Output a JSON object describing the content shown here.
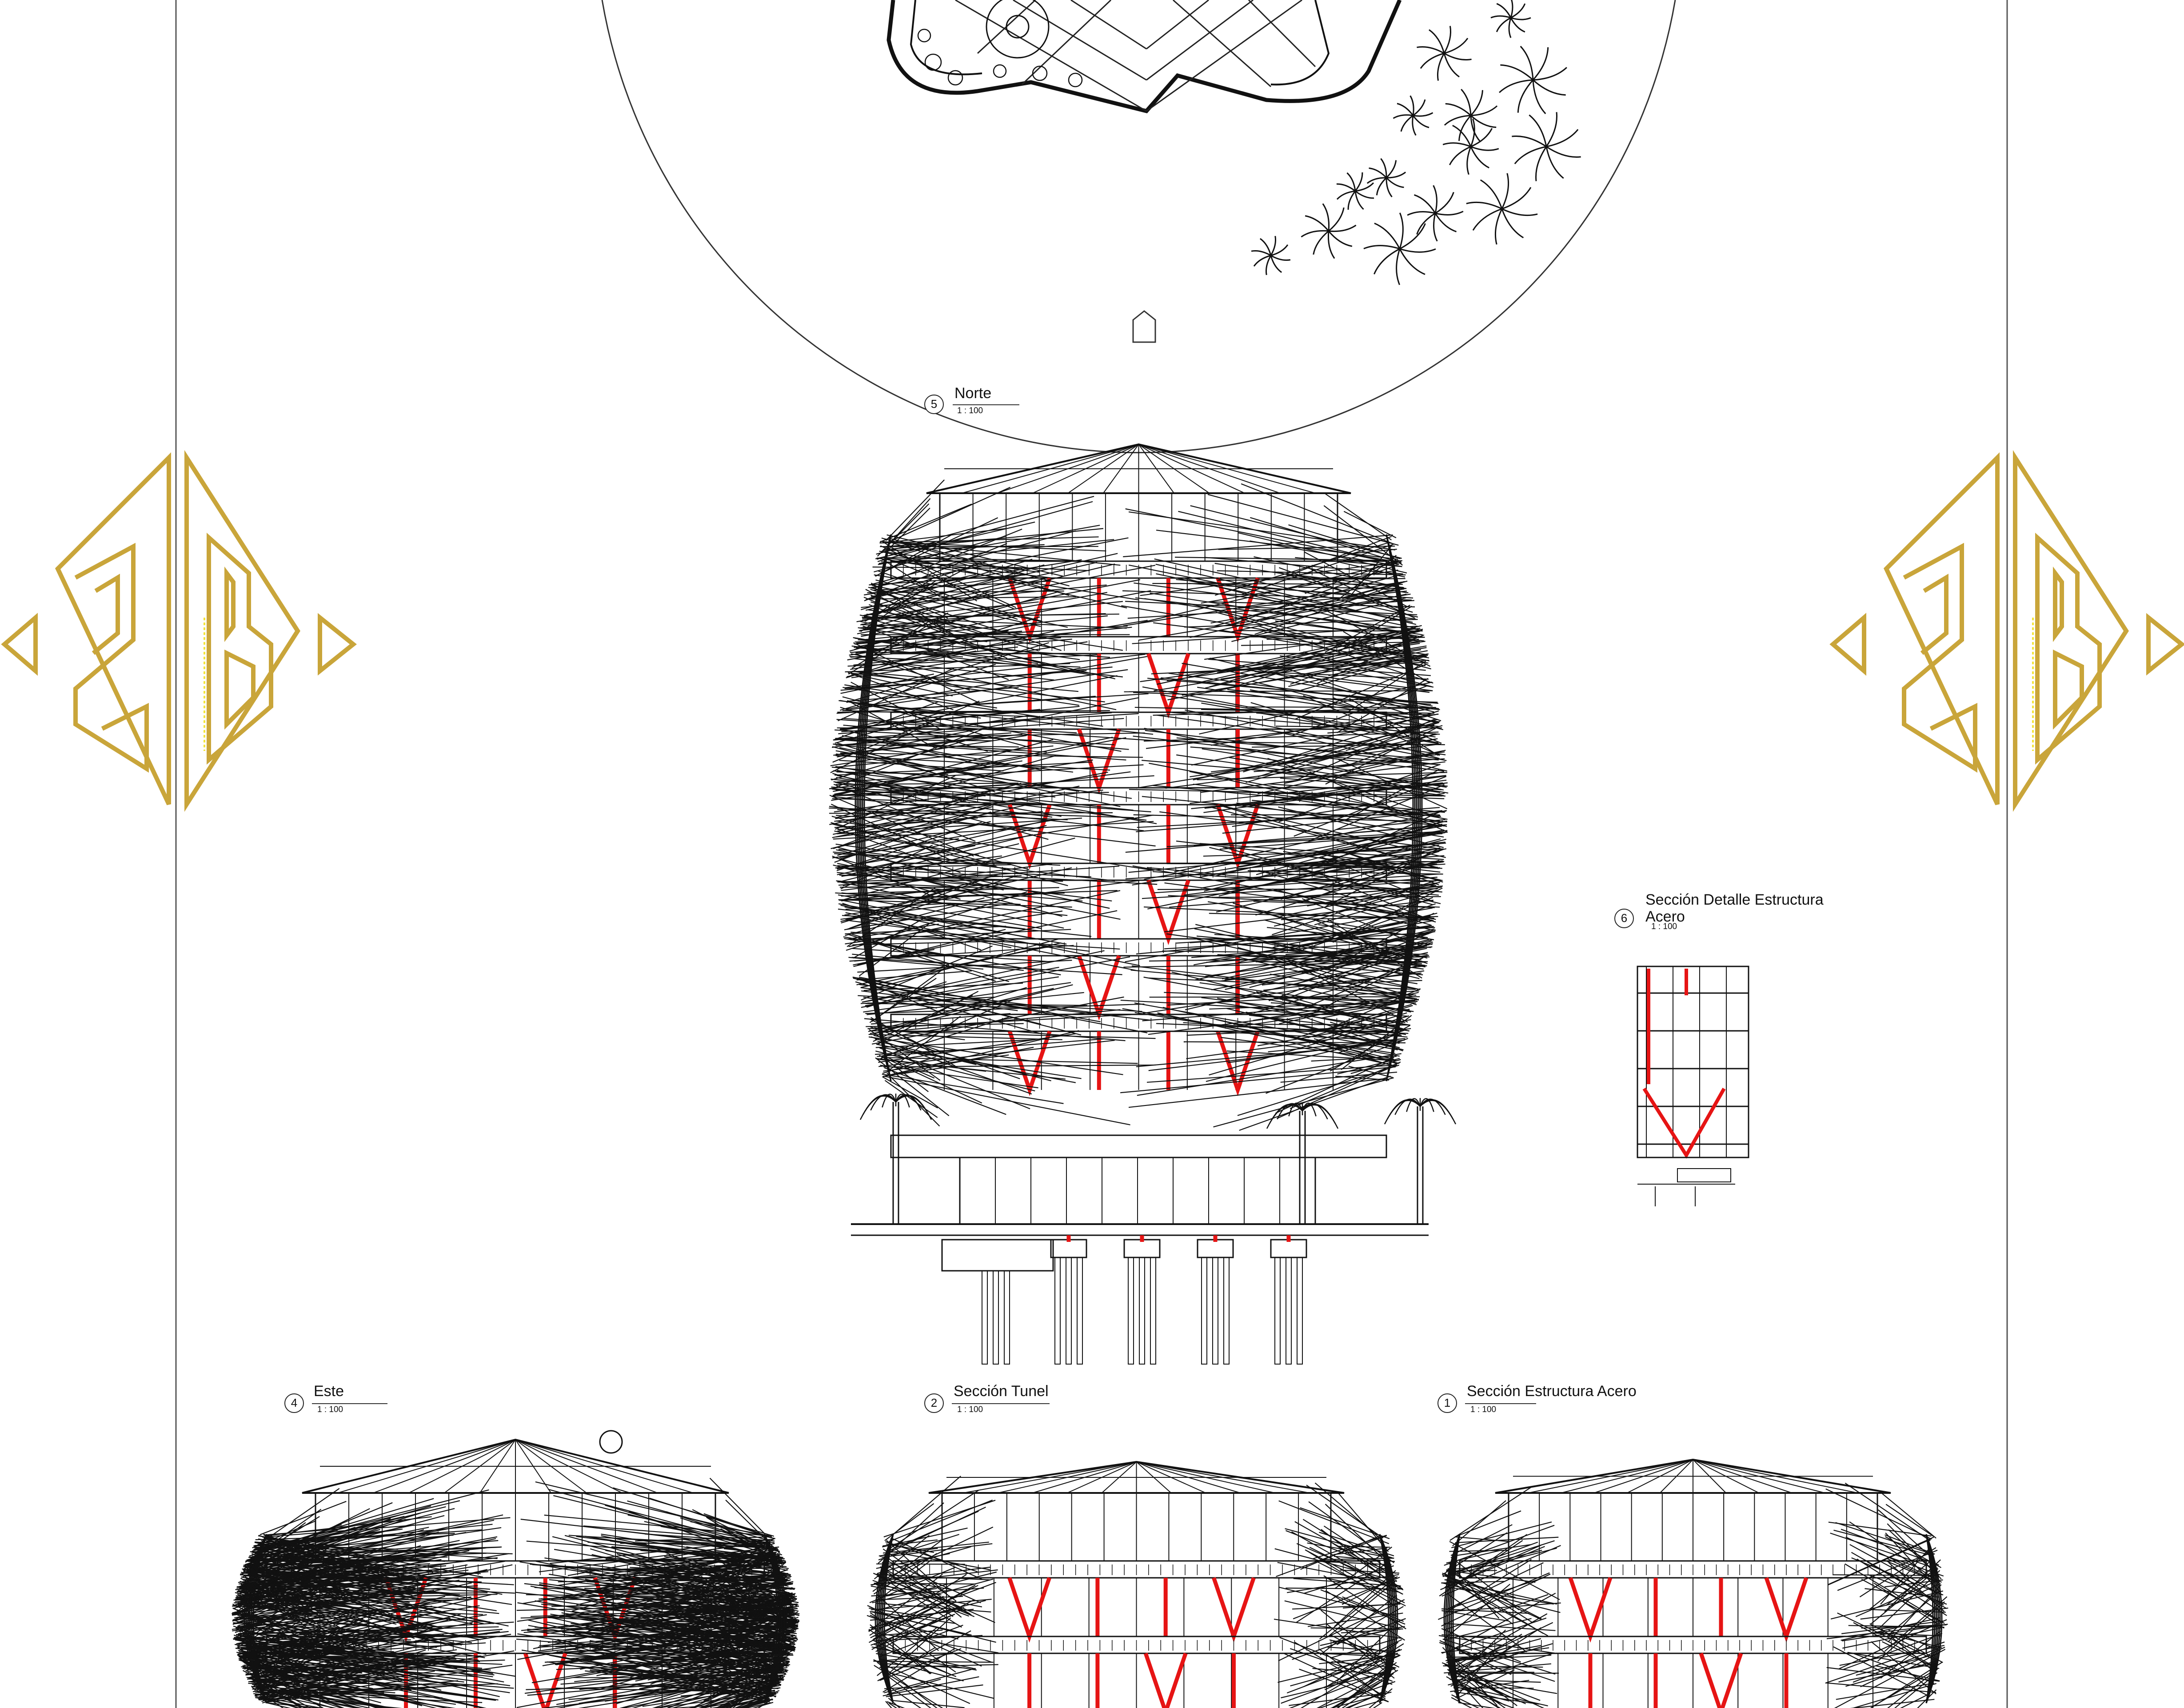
{
  "sheet": {
    "border_color": "#555555",
    "line_color": "#111111",
    "structure_color": "#e61414",
    "logo_color": "#c9a53a",
    "logo_accent_color": "#f2e43a"
  },
  "logo": {
    "text": "2B"
  },
  "views": [
    {
      "number": "5",
      "title": "Norte",
      "scale": "1 : 100"
    },
    {
      "number": "6",
      "title": "Sección Detalle Estructura\nAcero",
      "scale": "1 : 100"
    },
    {
      "number": "4",
      "title": "Este",
      "scale": "1 : 100"
    },
    {
      "number": "2",
      "title": "Sección Tunel",
      "scale": "1 : 100"
    },
    {
      "number": "1",
      "title": "Sección Estructura Acero",
      "scale": "1 : 100"
    }
  ]
}
